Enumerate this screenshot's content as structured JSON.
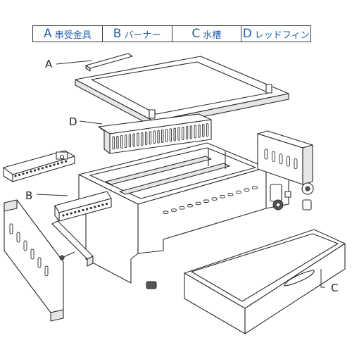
{
  "legend": [
    {
      "letter": "A",
      "text": "串受金具"
    },
    {
      "letter": "B",
      "text": "バーナー"
    },
    {
      "letter": "C",
      "text": "水槽"
    },
    {
      "letter": "D",
      "text": "レッドフィン"
    }
  ],
  "callouts": {
    "a": "A",
    "b": "B",
    "c": "C",
    "d": "D"
  }
}
